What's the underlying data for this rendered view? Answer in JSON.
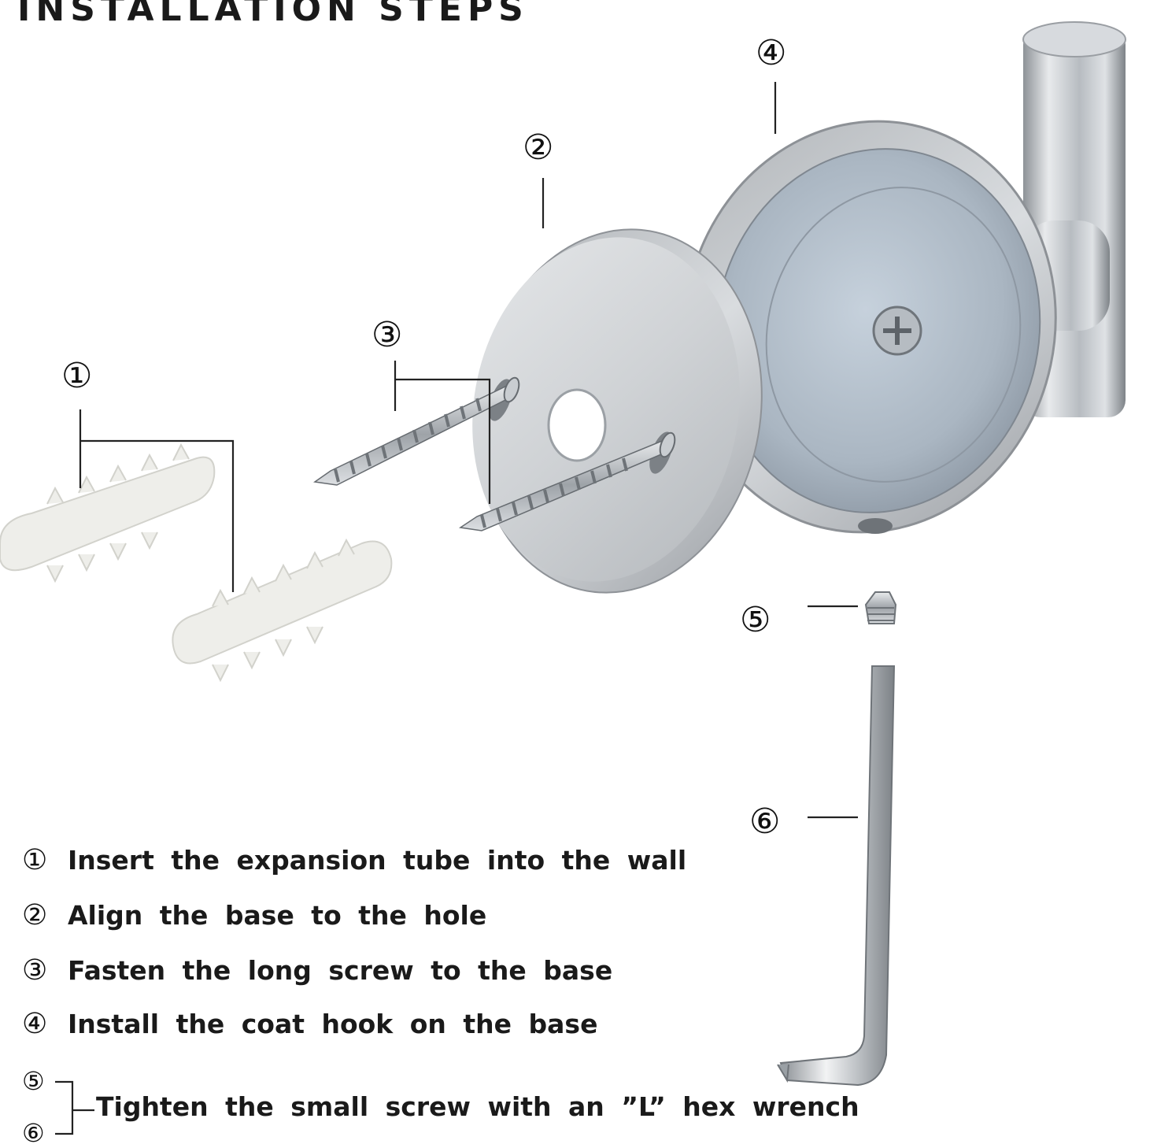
{
  "title": "INSTALLATION STEPS",
  "callouts": {
    "c1": "①",
    "c2": "②",
    "c3": "③",
    "c4": "④",
    "c5": "⑤",
    "c6": "⑥"
  },
  "steps": [
    {
      "num": "①",
      "text": "Insert the expansion tube into the wall"
    },
    {
      "num": "②",
      "text": "Align the base to the hole"
    },
    {
      "num": "③",
      "text": "Fasten the long screw to the base"
    },
    {
      "num": "④",
      "text": "Install the coat hook on the base"
    }
  ],
  "last_step": {
    "nums": [
      "⑤",
      "⑥"
    ],
    "text": "Tighten the small screw with an ”L” hex wrench"
  },
  "colors": {
    "metal": "#c9cdd2",
    "anchor": "#eeeeea",
    "text": "#1a1a1a"
  }
}
